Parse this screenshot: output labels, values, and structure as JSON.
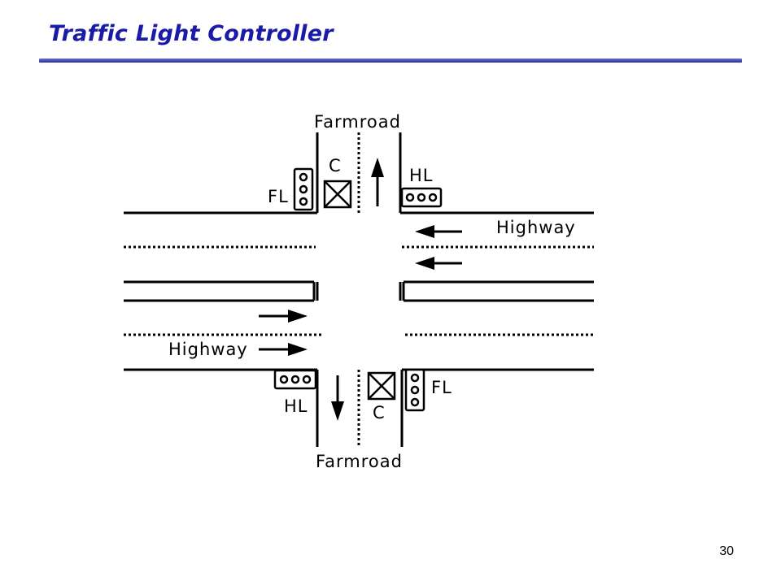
{
  "slide": {
    "title": "Traffic Light Controller",
    "page_number": "30"
  },
  "diagram": {
    "farmroad_top": "Farmroad",
    "farmroad_bottom": "Farmroad",
    "highway_right": "Highway",
    "highway_left": "Highway",
    "fl_top": "FL",
    "fl_bottom": "FL",
    "hl_top": "HL",
    "hl_bottom": "HL",
    "c_top": "C",
    "c_bottom": "C"
  },
  "colors": {
    "title": "#1a1aa8",
    "rule": "#3c3cb4",
    "ink": "#000000"
  }
}
